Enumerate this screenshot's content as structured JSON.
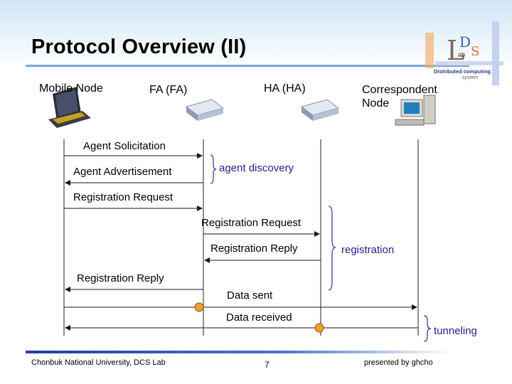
{
  "slide": {
    "title": "Protocol Overview (II)",
    "page_number": "7"
  },
  "nodes": {
    "mobile_node": "Mobile Node",
    "fa": "FA (FA)",
    "ha": "HA (HA)",
    "correspondent_line1": "Correspondent",
    "correspondent_line2": "Node"
  },
  "messages": {
    "agent_solicitation": "Agent Solicitation",
    "agent_advertisement": "Agent Advertisement",
    "registration_request_1": "Registration Request",
    "registration_request_2": "Registration Request",
    "registration_reply_1": "Registration Reply",
    "registration_reply_2": "Registration Reply",
    "data_sent": "Data sent",
    "data_received": "Data received"
  },
  "phases": {
    "agent_discovery": "agent discovery",
    "registration": "registration",
    "tunneling": "tunneling"
  },
  "footer": {
    "left": "Chonbuk National University, DCS Lab",
    "right": "presented by ghcho"
  },
  "logo": {
    "line1": "Distributed computing",
    "line2": "system"
  },
  "colors": {
    "arrow": "#1a1a1a",
    "phase_text": "#2b1b8a",
    "brace": "#4a3a9a",
    "router_dot": "#f0a030"
  }
}
